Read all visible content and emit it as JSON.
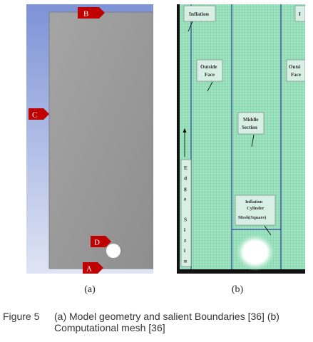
{
  "panel_a": {
    "markers": [
      {
        "id": "marker-b",
        "label": "B"
      },
      {
        "id": "marker-c",
        "label": "C"
      },
      {
        "id": "marker-d",
        "label": "D"
      },
      {
        "id": "marker-a",
        "label": "A"
      }
    ],
    "sublabel": "(a)"
  },
  "panel_b": {
    "callouts": {
      "inflation": "Inflation",
      "inflation_right": "I",
      "outside_face_1": "Outside",
      "outside_face_2": "Face",
      "outside_face_right_1": "Outsi",
      "outside_face_right_2": "Face",
      "middle_section_1": "Middle",
      "middle_section_2": "Section",
      "inflation_cylinder_1": "Inflation",
      "inflation_cylinder_2": "Cylinder",
      "inflation_cylinder_3": "Mesh(Square)",
      "edge_sizing_letters": [
        "E",
        "d",
        "g",
        "e",
        "",
        "S",
        "i",
        "z",
        "i",
        "n"
      ]
    },
    "sublabel": "(b)"
  },
  "caption": {
    "label": "Figure 5",
    "text": "(a) Model geometry and salient Boundaries [36] (b) Computational mesh [36]"
  },
  "colors": {
    "marker_red": "#c00000",
    "geometry_gray": "#9a9a9a",
    "background_blue": "#a9b8e4",
    "mesh_green": "#7fd6a9",
    "mesh_line": "#2c3f9e",
    "callout_fill": "#d7efe4"
  }
}
